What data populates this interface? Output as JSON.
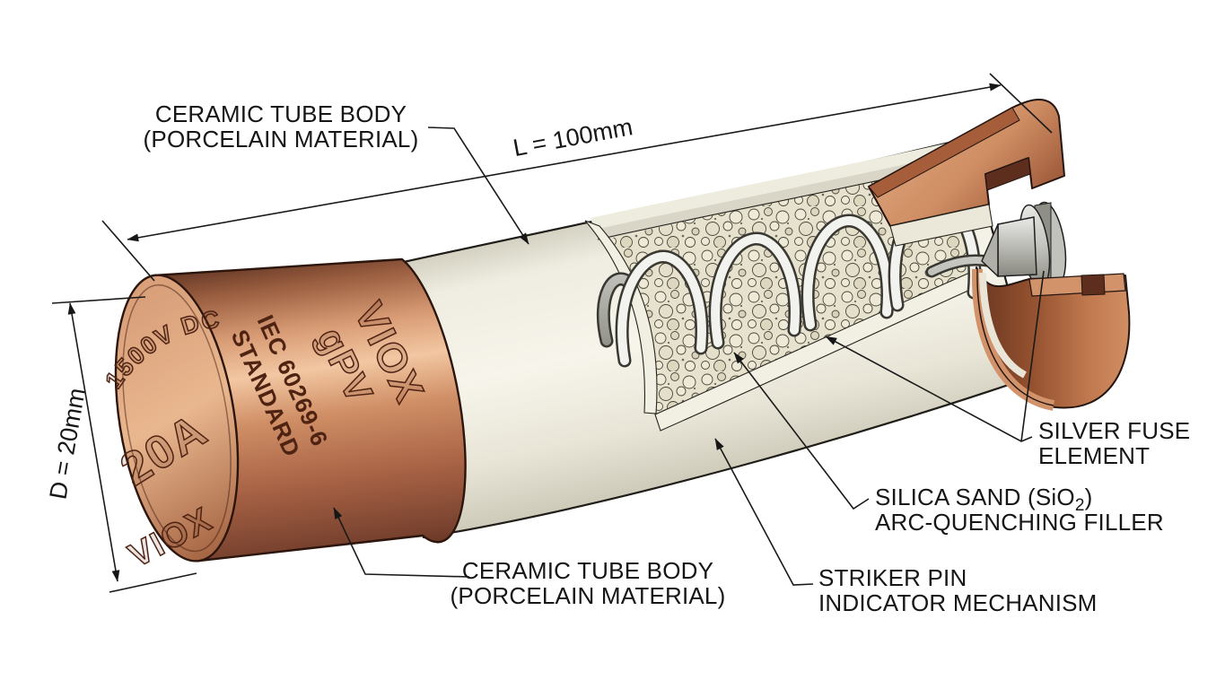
{
  "figure": {
    "type": "technical-cutaway-diagram",
    "subject": "PV fuse cross-section",
    "background": "#ffffff",
    "labels": {
      "ceramic_top_line1": "CERAMIC TUBE BODY",
      "ceramic_top_line2": "(PORCELAIN MATERIAL)",
      "ceramic_bottom_line1": "CERAMIC TUBE BODY",
      "ceramic_bottom_line2": "(PORCELAIN MATERIAL)",
      "silver_line1": "SILVER FUSE",
      "silver_line2": "ELEMENT",
      "silica_line1_pre": "SILICA SAND (SiO",
      "silica_line1_sub": "2",
      "silica_line1_post": ")",
      "silica_line2": "ARC-QUENCHING FILLER",
      "striker_line1": "STRIKER PIN",
      "striker_line2": "INDICATOR MECHANISM"
    },
    "dimensions": {
      "length": "L = 100mm",
      "diameter": "D = 20mm"
    },
    "cap_markings": {
      "voltage": "1500V DC",
      "current": "20A",
      "brand_face": "VIOX",
      "standard_line1": "IEC 60269-6",
      "standard_line2": "STANDARD",
      "brand_side": "VIOX",
      "fuse_class": "gPV"
    },
    "colors": {
      "copper_mid": "#c9845e",
      "copper_highlight": "#f2c6a0",
      "copper_shadow": "#5f3322",
      "ceramic": "#efede2",
      "sand": "#e6e1cc",
      "silver": "#c0c0ba",
      "line": "#161616"
    }
  }
}
